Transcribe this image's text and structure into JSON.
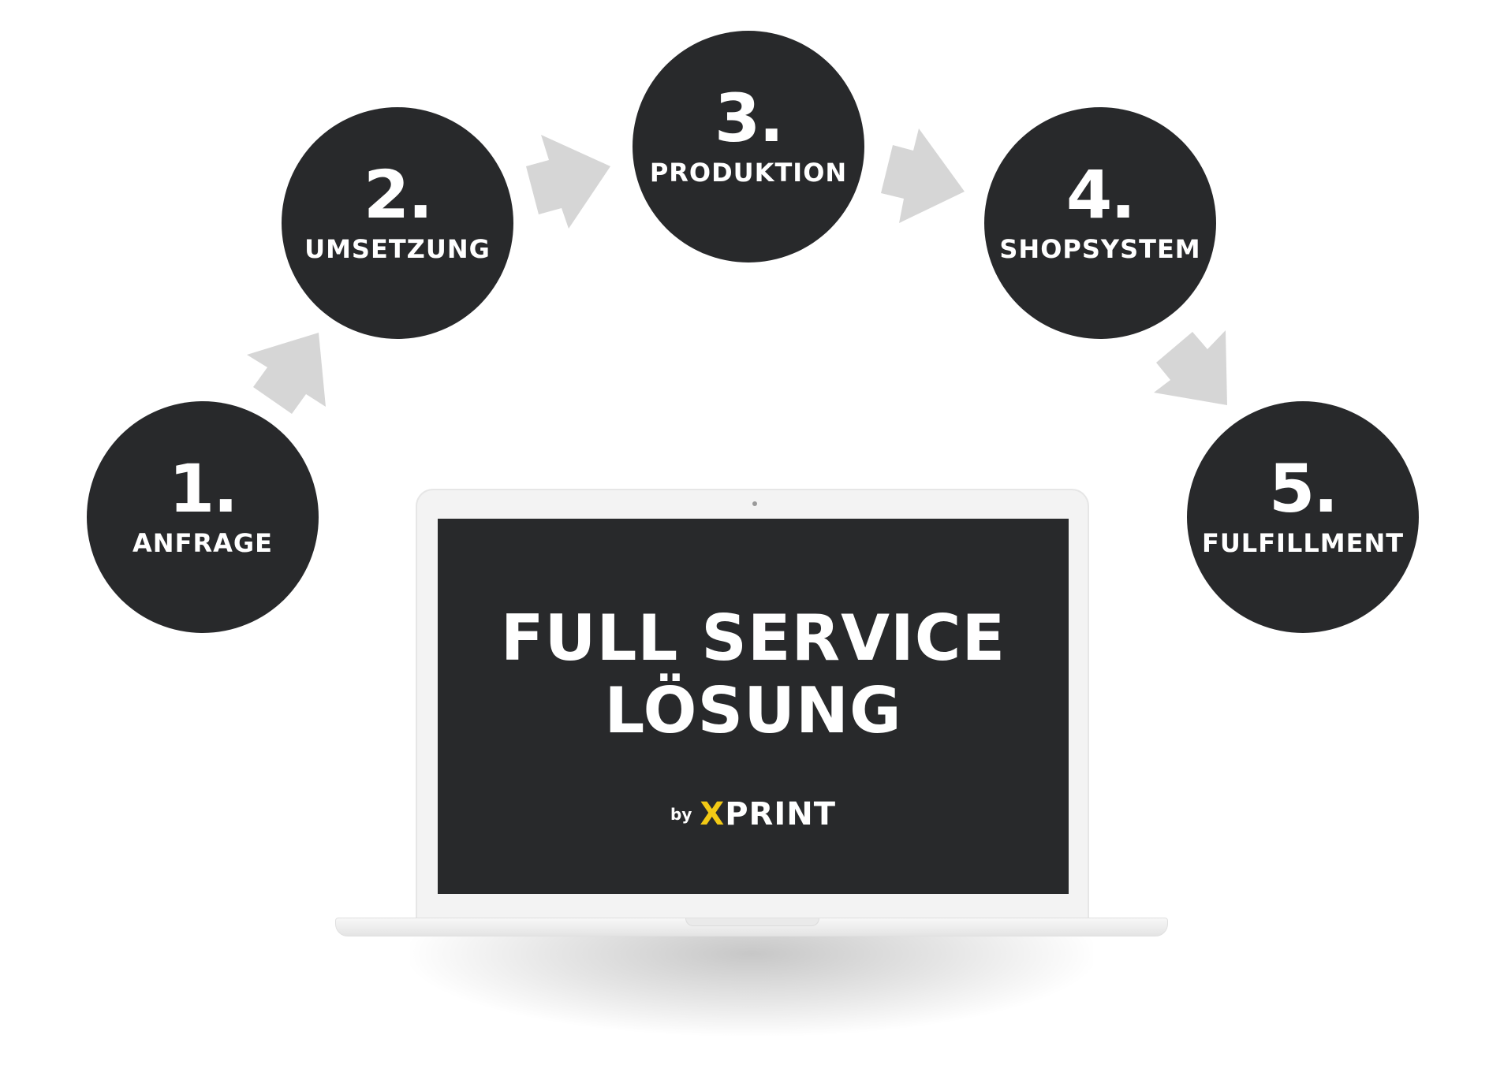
{
  "steps": [
    {
      "number": "1.",
      "label": "ANFRAGE"
    },
    {
      "number": "2.",
      "label": "UMSETZUNG"
    },
    {
      "number": "3.",
      "label": "PRODUKTION"
    },
    {
      "number": "4.",
      "label": "SHOPSYSTEM"
    },
    {
      "number": "5.",
      "label": "FULFILLMENT"
    }
  ],
  "laptop": {
    "title_line1": "FULL SERVICE",
    "title_line2": "LÖSUNG",
    "by_text": "by",
    "brand_accent": "X",
    "brand_rest": "PRINT"
  },
  "colors": {
    "circle": "#28292b",
    "arrow": "#d6d6d6",
    "brand_accent": "#f2c915",
    "text": "#ffffff"
  },
  "icons": {
    "arrow": "thick-arrow-icon",
    "laptop": "laptop-icon"
  }
}
